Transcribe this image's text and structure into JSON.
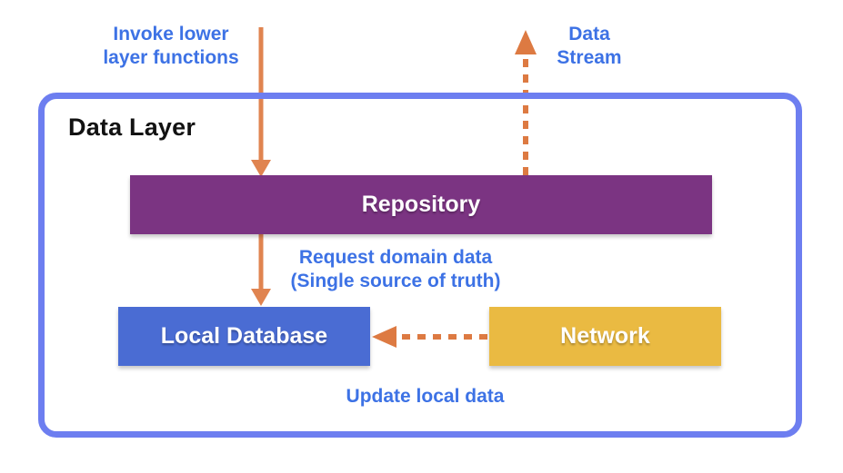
{
  "diagram": {
    "title": "Data Layer",
    "nodes": {
      "repository": {
        "label": "Repository",
        "color": "#7b3482"
      },
      "local_database": {
        "label": "Local Database",
        "color": "#4a6cd3"
      },
      "network": {
        "label": "Network",
        "color": "#eaba42"
      }
    },
    "annotations": {
      "invoke": {
        "line1": "Invoke lower",
        "line2": "layer functions"
      },
      "stream": {
        "line1": "Data",
        "line2": "Stream"
      },
      "request": {
        "line1": "Request domain data",
        "line2": "(Single source of truth)"
      },
      "update": {
        "label": "Update local data"
      }
    },
    "arrows": [
      {
        "name": "invoke-arrow",
        "style": "solid",
        "direction": "down",
        "from": "caller",
        "to": "repository"
      },
      {
        "name": "request-arrow",
        "style": "solid",
        "direction": "down",
        "from": "repository",
        "to": "local_database"
      },
      {
        "name": "data-stream-arrow",
        "style": "dashed",
        "direction": "up",
        "from": "repository",
        "to": "caller"
      },
      {
        "name": "update-arrow",
        "style": "dashed",
        "direction": "left",
        "from": "network",
        "to": "local_database"
      }
    ],
    "colors": {
      "container_border": "#6d7ef0",
      "label_text": "#3d72e5",
      "solid_arrow": "#e08450",
      "dashed_arrow": "#dd7a42",
      "title_text": "#121212"
    }
  }
}
